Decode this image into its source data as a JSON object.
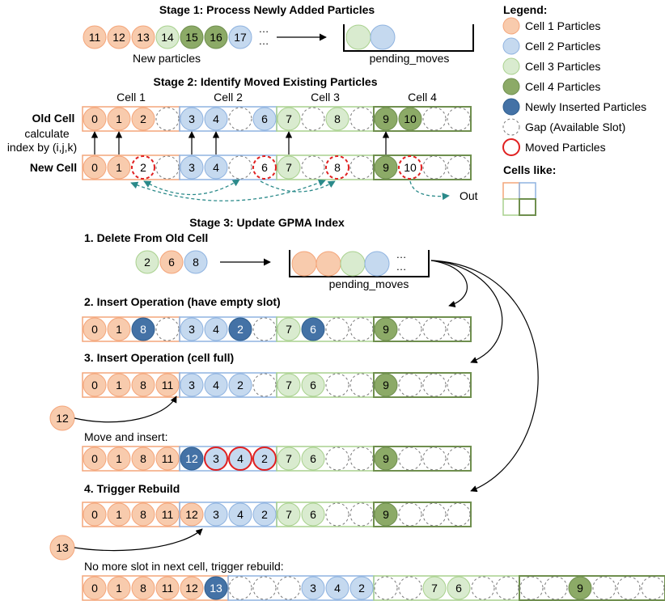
{
  "colors": {
    "cell1_fill": "#f8cbad",
    "cell1_stroke": "#f4a57a",
    "cell2_fill": "#c5d9ef",
    "cell2_stroke": "#8fb3e0",
    "cell3_fill": "#d9ebcf",
    "cell3_stroke": "#a9d18e",
    "cell4_fill": "#8caa67",
    "cell4_stroke": "#6f8f4e",
    "new_fill": "#4472a6",
    "new_stroke": "#2f5f90",
    "moved_stroke": "#e02020",
    "arrow_teal": "#2b8a8a"
  },
  "stage1": {
    "title": "Stage 1: Process Newly Added Particles",
    "particles": [
      {
        "label": "11",
        "type": "c1"
      },
      {
        "label": "12",
        "type": "c1"
      },
      {
        "label": "13",
        "type": "c1"
      },
      {
        "label": "14",
        "type": "c3"
      },
      {
        "label": "15",
        "type": "c4"
      },
      {
        "label": "16",
        "type": "c4"
      },
      {
        "label": "17",
        "type": "c2"
      }
    ],
    "ellipsis": "…",
    "new_caption": "New particles",
    "pending_caption": "pending_moves"
  },
  "stage2": {
    "title": "Stage 2: Identify Moved Existing Particles",
    "cell_titles": [
      "Cell 1",
      "Cell 2",
      "Cell 3",
      "Cell 4"
    ],
    "old_cell_label": "Old Cell",
    "calc_line1": "calculate",
    "calc_line2": "index by (i,j,k)",
    "new_cell_label": "New Cell",
    "out_label": "Out"
  },
  "stage3": {
    "title": "Stage 3: Update GPMA Index",
    "step1": "1. Delete From Old Cell",
    "deleted": [
      "2",
      "6",
      "8"
    ],
    "pending_caption": "pending_moves",
    "step2": "2. Insert Operation (have empty slot)",
    "step3": "3. Insert Operation (cell full)",
    "incoming1": "12",
    "move_insert": "Move and insert:",
    "step4": "4. Trigger Rebuild",
    "incoming2": "13",
    "rebuild_caption": "No more slot in next cell, trigger rebuild:"
  },
  "legend": {
    "title": "Legend:",
    "items": [
      {
        "label": "Cell 1 Particles",
        "type": "c1"
      },
      {
        "label": "Cell 2 Particles",
        "type": "c2"
      },
      {
        "label": "Cell 3 Particles",
        "type": "c3"
      },
      {
        "label": "Cell 4 Particles",
        "type": "c4"
      },
      {
        "label": "Newly Inserted Particles",
        "type": "new"
      },
      {
        "label": "Gap (Available Slot)",
        "type": "gap"
      },
      {
        "label": "Moved Particles",
        "type": "moved"
      }
    ],
    "cells_like": "Cells like:"
  },
  "rows": {
    "old_cell": [
      {
        "label": "0",
        "type": "c1"
      },
      {
        "label": "1",
        "type": "c1"
      },
      {
        "label": "2",
        "type": "c1"
      },
      {
        "label": "",
        "type": "gap"
      },
      {
        "label": "3",
        "type": "c2"
      },
      {
        "label": "4",
        "type": "c2"
      },
      {
        "label": "",
        "type": "gap"
      },
      {
        "label": "6",
        "type": "c2"
      },
      {
        "label": "7",
        "type": "c3"
      },
      {
        "label": "",
        "type": "gap"
      },
      {
        "label": "8",
        "type": "c3"
      },
      {
        "label": "",
        "type": "gap"
      },
      {
        "label": "9",
        "type": "c4"
      },
      {
        "label": "10",
        "type": "c4"
      },
      {
        "label": "",
        "type": "gap"
      },
      {
        "label": "",
        "type": "gap"
      }
    ],
    "new_cell": [
      {
        "label": "0",
        "type": "c1"
      },
      {
        "label": "1",
        "type": "c1"
      },
      {
        "label": "2",
        "type": "moved"
      },
      {
        "label": "",
        "type": "gap"
      },
      {
        "label": "3",
        "type": "c2"
      },
      {
        "label": "4",
        "type": "c2"
      },
      {
        "label": "",
        "type": "gap"
      },
      {
        "label": "6",
        "type": "moved"
      },
      {
        "label": "7",
        "type": "c3"
      },
      {
        "label": "",
        "type": "gap"
      },
      {
        "label": "8",
        "type": "moved"
      },
      {
        "label": "",
        "type": "gap"
      },
      {
        "label": "9",
        "type": "c4"
      },
      {
        "label": "10",
        "type": "moved"
      },
      {
        "label": "",
        "type": "gap"
      },
      {
        "label": "",
        "type": "gap"
      }
    ],
    "insert_empty": [
      {
        "label": "0",
        "type": "c1"
      },
      {
        "label": "1",
        "type": "c1"
      },
      {
        "label": "8",
        "type": "new"
      },
      {
        "label": "",
        "type": "gap"
      },
      {
        "label": "3",
        "type": "c2"
      },
      {
        "label": "4",
        "type": "c2"
      },
      {
        "label": "2",
        "type": "new"
      },
      {
        "label": "",
        "type": "gap"
      },
      {
        "label": "7",
        "type": "c3"
      },
      {
        "label": "6",
        "type": "new"
      },
      {
        "label": "",
        "type": "gap"
      },
      {
        "label": "",
        "type": "gap"
      },
      {
        "label": "9",
        "type": "c4"
      },
      {
        "label": "",
        "type": "gap"
      },
      {
        "label": "",
        "type": "gap"
      },
      {
        "label": "",
        "type": "gap"
      }
    ],
    "insert_full": [
      {
        "label": "0",
        "type": "c1"
      },
      {
        "label": "1",
        "type": "c1"
      },
      {
        "label": "8",
        "type": "c1"
      },
      {
        "label": "11",
        "type": "c1"
      },
      {
        "label": "3",
        "type": "c2"
      },
      {
        "label": "4",
        "type": "c2"
      },
      {
        "label": "2",
        "type": "c2"
      },
      {
        "label": "",
        "type": "gap"
      },
      {
        "label": "7",
        "type": "c3"
      },
      {
        "label": "6",
        "type": "c3"
      },
      {
        "label": "",
        "type": "gap"
      },
      {
        "label": "",
        "type": "gap"
      },
      {
        "label": "9",
        "type": "c4"
      },
      {
        "label": "",
        "type": "gap"
      },
      {
        "label": "",
        "type": "gap"
      },
      {
        "label": "",
        "type": "gap"
      }
    ],
    "move_insert": [
      {
        "label": "0",
        "type": "c1"
      },
      {
        "label": "1",
        "type": "c1"
      },
      {
        "label": "8",
        "type": "c1"
      },
      {
        "label": "11",
        "type": "c1"
      },
      {
        "label": "12",
        "type": "new"
      },
      {
        "label": "3",
        "type": "moved2"
      },
      {
        "label": "4",
        "type": "moved2"
      },
      {
        "label": "2",
        "type": "moved2"
      },
      {
        "label": "7",
        "type": "c3"
      },
      {
        "label": "6",
        "type": "c3"
      },
      {
        "label": "",
        "type": "gap"
      },
      {
        "label": "",
        "type": "gap"
      },
      {
        "label": "9",
        "type": "c4"
      },
      {
        "label": "",
        "type": "gap"
      },
      {
        "label": "",
        "type": "gap"
      },
      {
        "label": "",
        "type": "gap"
      }
    ],
    "trigger": [
      {
        "label": "0",
        "type": "c1"
      },
      {
        "label": "1",
        "type": "c1"
      },
      {
        "label": "8",
        "type": "c1"
      },
      {
        "label": "11",
        "type": "c1"
      },
      {
        "label": "12",
        "type": "c1"
      },
      {
        "label": "3",
        "type": "c2"
      },
      {
        "label": "4",
        "type": "c2"
      },
      {
        "label": "2",
        "type": "c2"
      },
      {
        "label": "7",
        "type": "c3"
      },
      {
        "label": "6",
        "type": "c3"
      },
      {
        "label": "",
        "type": "gap"
      },
      {
        "label": "",
        "type": "gap"
      },
      {
        "label": "9",
        "type": "c4"
      },
      {
        "label": "",
        "type": "gap"
      },
      {
        "label": "",
        "type": "gap"
      },
      {
        "label": "",
        "type": "gap"
      }
    ],
    "rebuild": [
      {
        "label": "0",
        "type": "c1"
      },
      {
        "label": "1",
        "type": "c1"
      },
      {
        "label": "8",
        "type": "c1"
      },
      {
        "label": "11",
        "type": "c1"
      },
      {
        "label": "12",
        "type": "c1"
      },
      {
        "label": "13",
        "type": "new"
      },
      {
        "label": "",
        "type": "gap"
      },
      {
        "label": "",
        "type": "gap"
      },
      {
        "label": "",
        "type": "gap"
      },
      {
        "label": "3",
        "type": "c2"
      },
      {
        "label": "4",
        "type": "c2"
      },
      {
        "label": "2",
        "type": "c2"
      },
      {
        "label": "",
        "type": "gap"
      },
      {
        "label": "",
        "type": "gap"
      },
      {
        "label": "7",
        "type": "c3"
      },
      {
        "label": "6",
        "type": "c3"
      },
      {
        "label": "",
        "type": "gap"
      },
      {
        "label": "",
        "type": "gap"
      },
      {
        "label": "",
        "type": "gap"
      },
      {
        "label": "",
        "type": "gap"
      },
      {
        "label": "9",
        "type": "c4"
      },
      {
        "label": "",
        "type": "gap"
      },
      {
        "label": "",
        "type": "gap"
      },
      {
        "label": "",
        "type": "gap"
      }
    ]
  }
}
